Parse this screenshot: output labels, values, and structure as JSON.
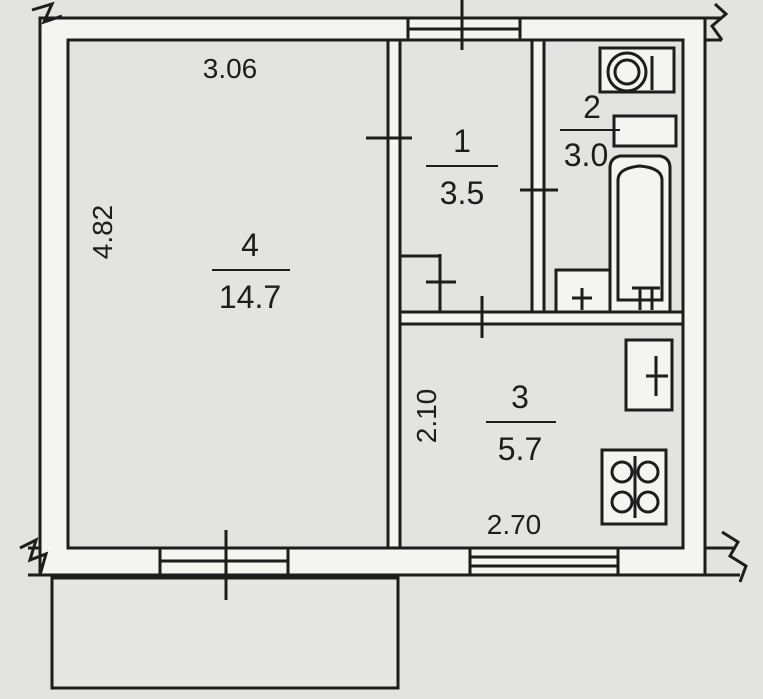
{
  "rooms": {
    "room1": {
      "number": "1",
      "area": "3.5"
    },
    "room2": {
      "number": "2",
      "area": "3.0"
    },
    "room3": {
      "number": "3",
      "area": "5.7"
    },
    "room4": {
      "number": "4",
      "area": "14.7"
    }
  },
  "dimensions": {
    "room4_width": "3.06",
    "room4_length": "4.82",
    "room3_width": "2.70",
    "room3_length": "2.10"
  },
  "colors": {
    "paper": "#e3e4e1",
    "ink": "#1d1d1d",
    "wall_fill": "#f4f4f1"
  }
}
